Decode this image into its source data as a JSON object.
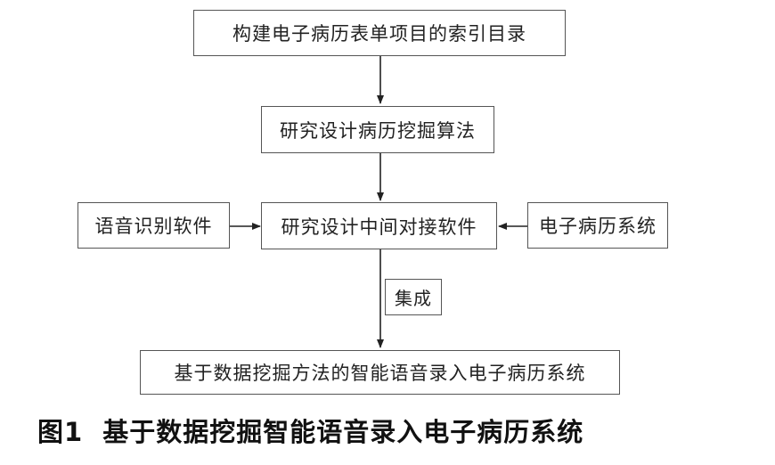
{
  "diagram": {
    "nodes": {
      "index_catalog": "构建电子病历表单项目的索引目录",
      "mining_algorithm": "研究设计病历挖掘算法",
      "speech_recognition": "语音识别软件",
      "middleware": "研究设计中间对接软件",
      "emr_system": "电子病历系统",
      "integration_label": "集成",
      "final_system": "基于数据挖掘方法的智能语音录入电子病历系统"
    },
    "edges": [
      {
        "from": "index_catalog",
        "to": "mining_algorithm"
      },
      {
        "from": "mining_algorithm",
        "to": "middleware"
      },
      {
        "from": "speech_recognition",
        "to": "middleware"
      },
      {
        "from": "emr_system",
        "to": "middleware"
      },
      {
        "from": "middleware",
        "to": "final_system",
        "label": "集成"
      }
    ]
  },
  "caption": {
    "number": "图1",
    "text": "基于数据挖掘智能语音录入电子病历系统"
  }
}
